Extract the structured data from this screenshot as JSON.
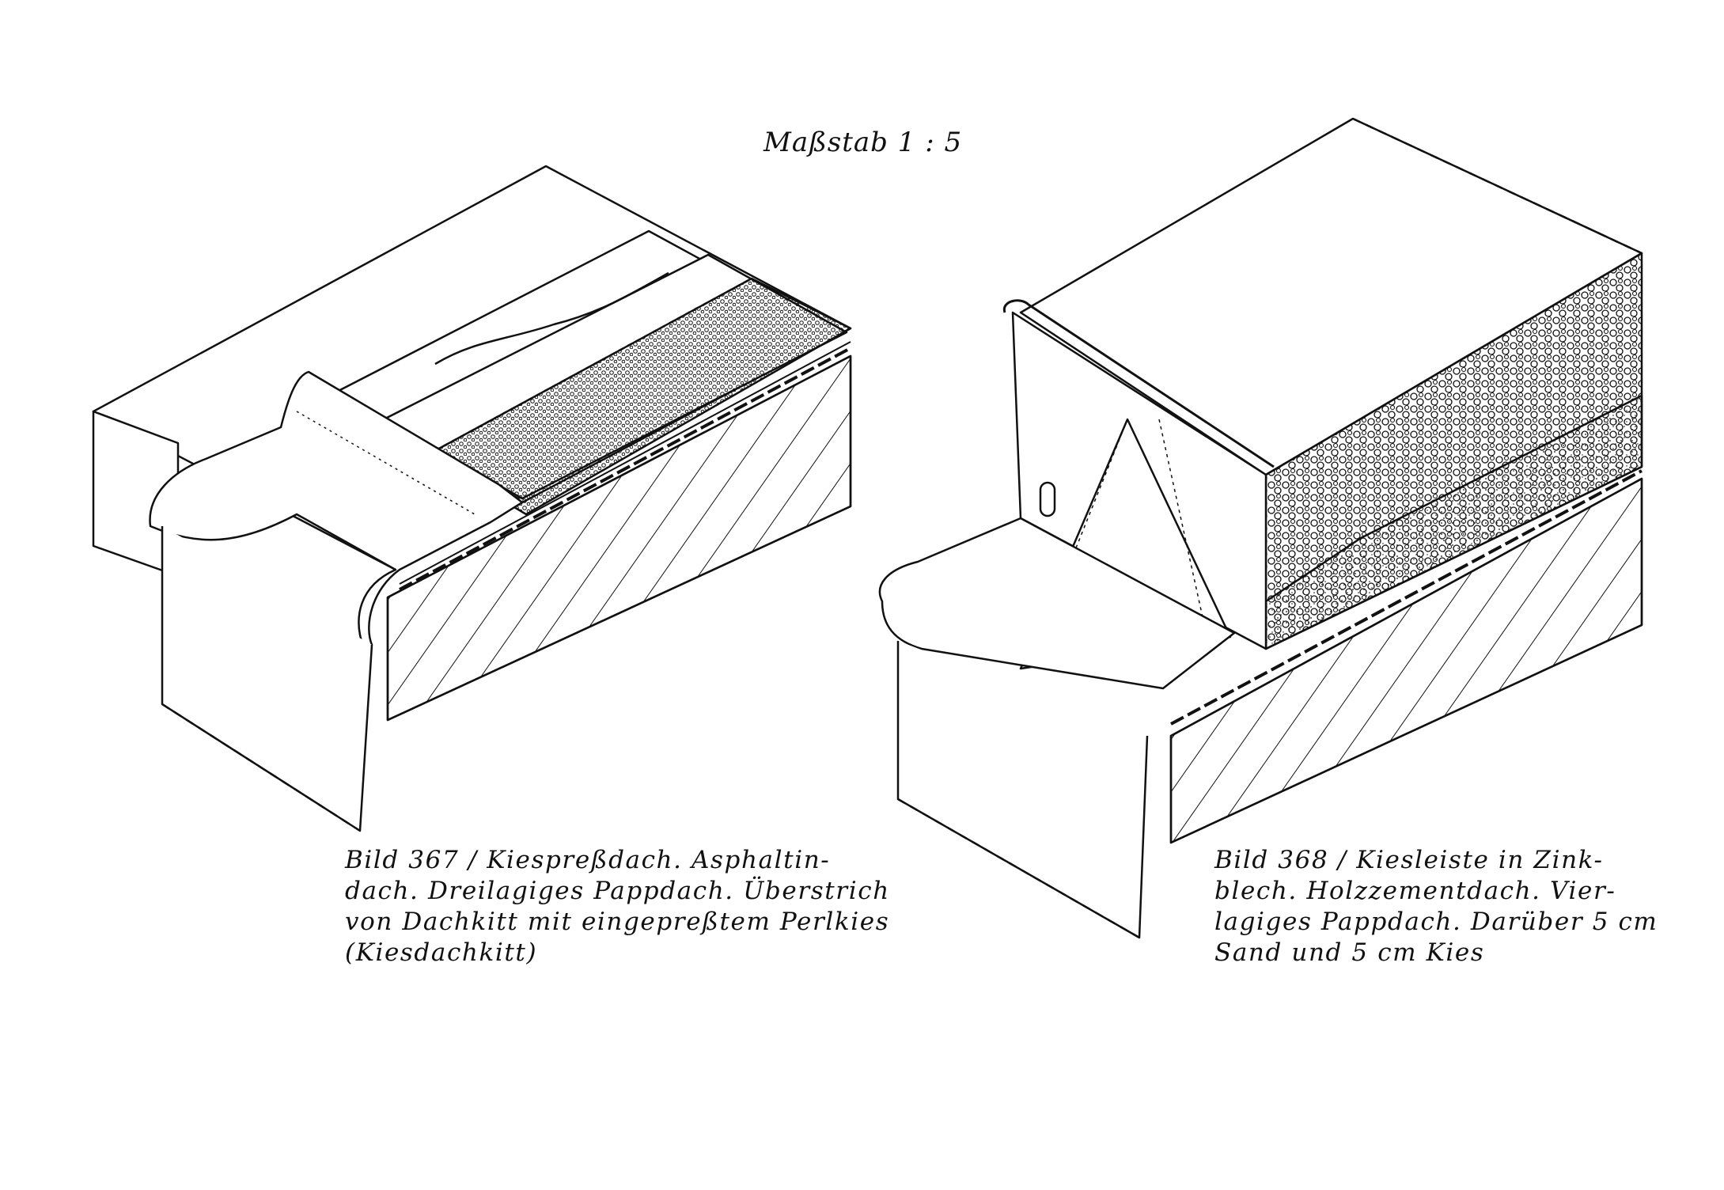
{
  "scale_label": "Maßstab 1 : 5",
  "figures": [
    {
      "caption_lines": [
        "Bild 367 / Kiespreßdach. Asphaltin-",
        "dach. Dreilagiges Pappdach. Überstrich",
        "von Dachkitt mit eingepreßtem Perlkies",
        "(Kiesdachkitt)"
      ]
    },
    {
      "caption_lines": [
        "Bild 368 / Kiesleiste in Zink-",
        "blech. Holzzementdach. Vier-",
        "lagiges Pappdach. Darüber 5 cm",
        "Sand und 5 cm Kies"
      ]
    }
  ],
  "colors": {
    "ink": "#111111",
    "paper": "#ffffff"
  }
}
